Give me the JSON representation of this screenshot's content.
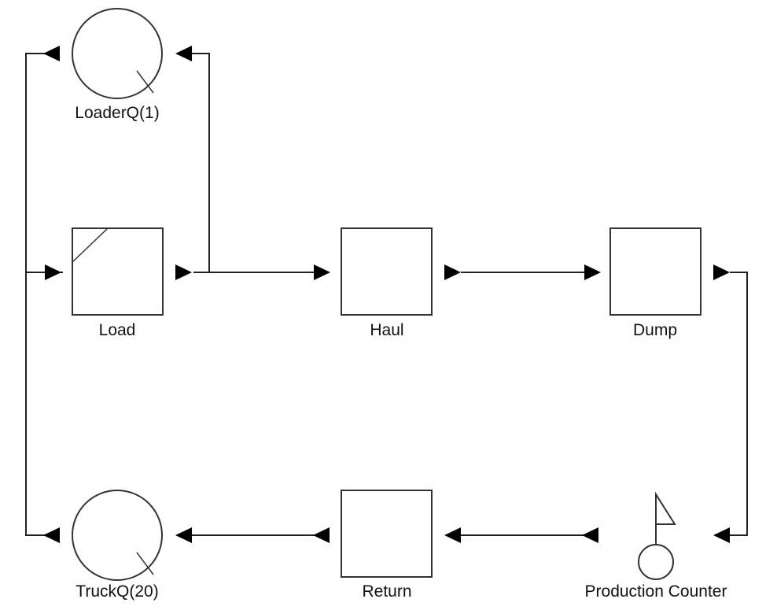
{
  "nodes": {
    "loader_queue": {
      "label": "LoaderQ(1)",
      "type": "queue"
    },
    "load": {
      "label": "Load",
      "type": "combi"
    },
    "haul": {
      "label": "Haul",
      "type": "normal"
    },
    "dump": {
      "label": "Dump",
      "type": "normal"
    },
    "production_counter": {
      "label": "Production Counter",
      "type": "counter"
    },
    "return": {
      "label": "Return",
      "type": "normal"
    },
    "truck_queue": {
      "label": "TruckQ(20)",
      "type": "queue"
    }
  },
  "connections": [
    {
      "from": "loader_queue",
      "to": "load"
    },
    {
      "from": "truck_queue",
      "to": "load"
    },
    {
      "from": "load",
      "to": "loader_queue"
    },
    {
      "from": "load",
      "to": "haul"
    },
    {
      "from": "haul",
      "to": "dump"
    },
    {
      "from": "dump",
      "to": "production_counter"
    },
    {
      "from": "production_counter",
      "to": "return"
    },
    {
      "from": "return",
      "to": "truck_queue"
    }
  ],
  "colors": {
    "stroke": "#333333",
    "line": "#222222",
    "arrow": "#000000",
    "text": "#111111",
    "background": "#ffffff"
  }
}
